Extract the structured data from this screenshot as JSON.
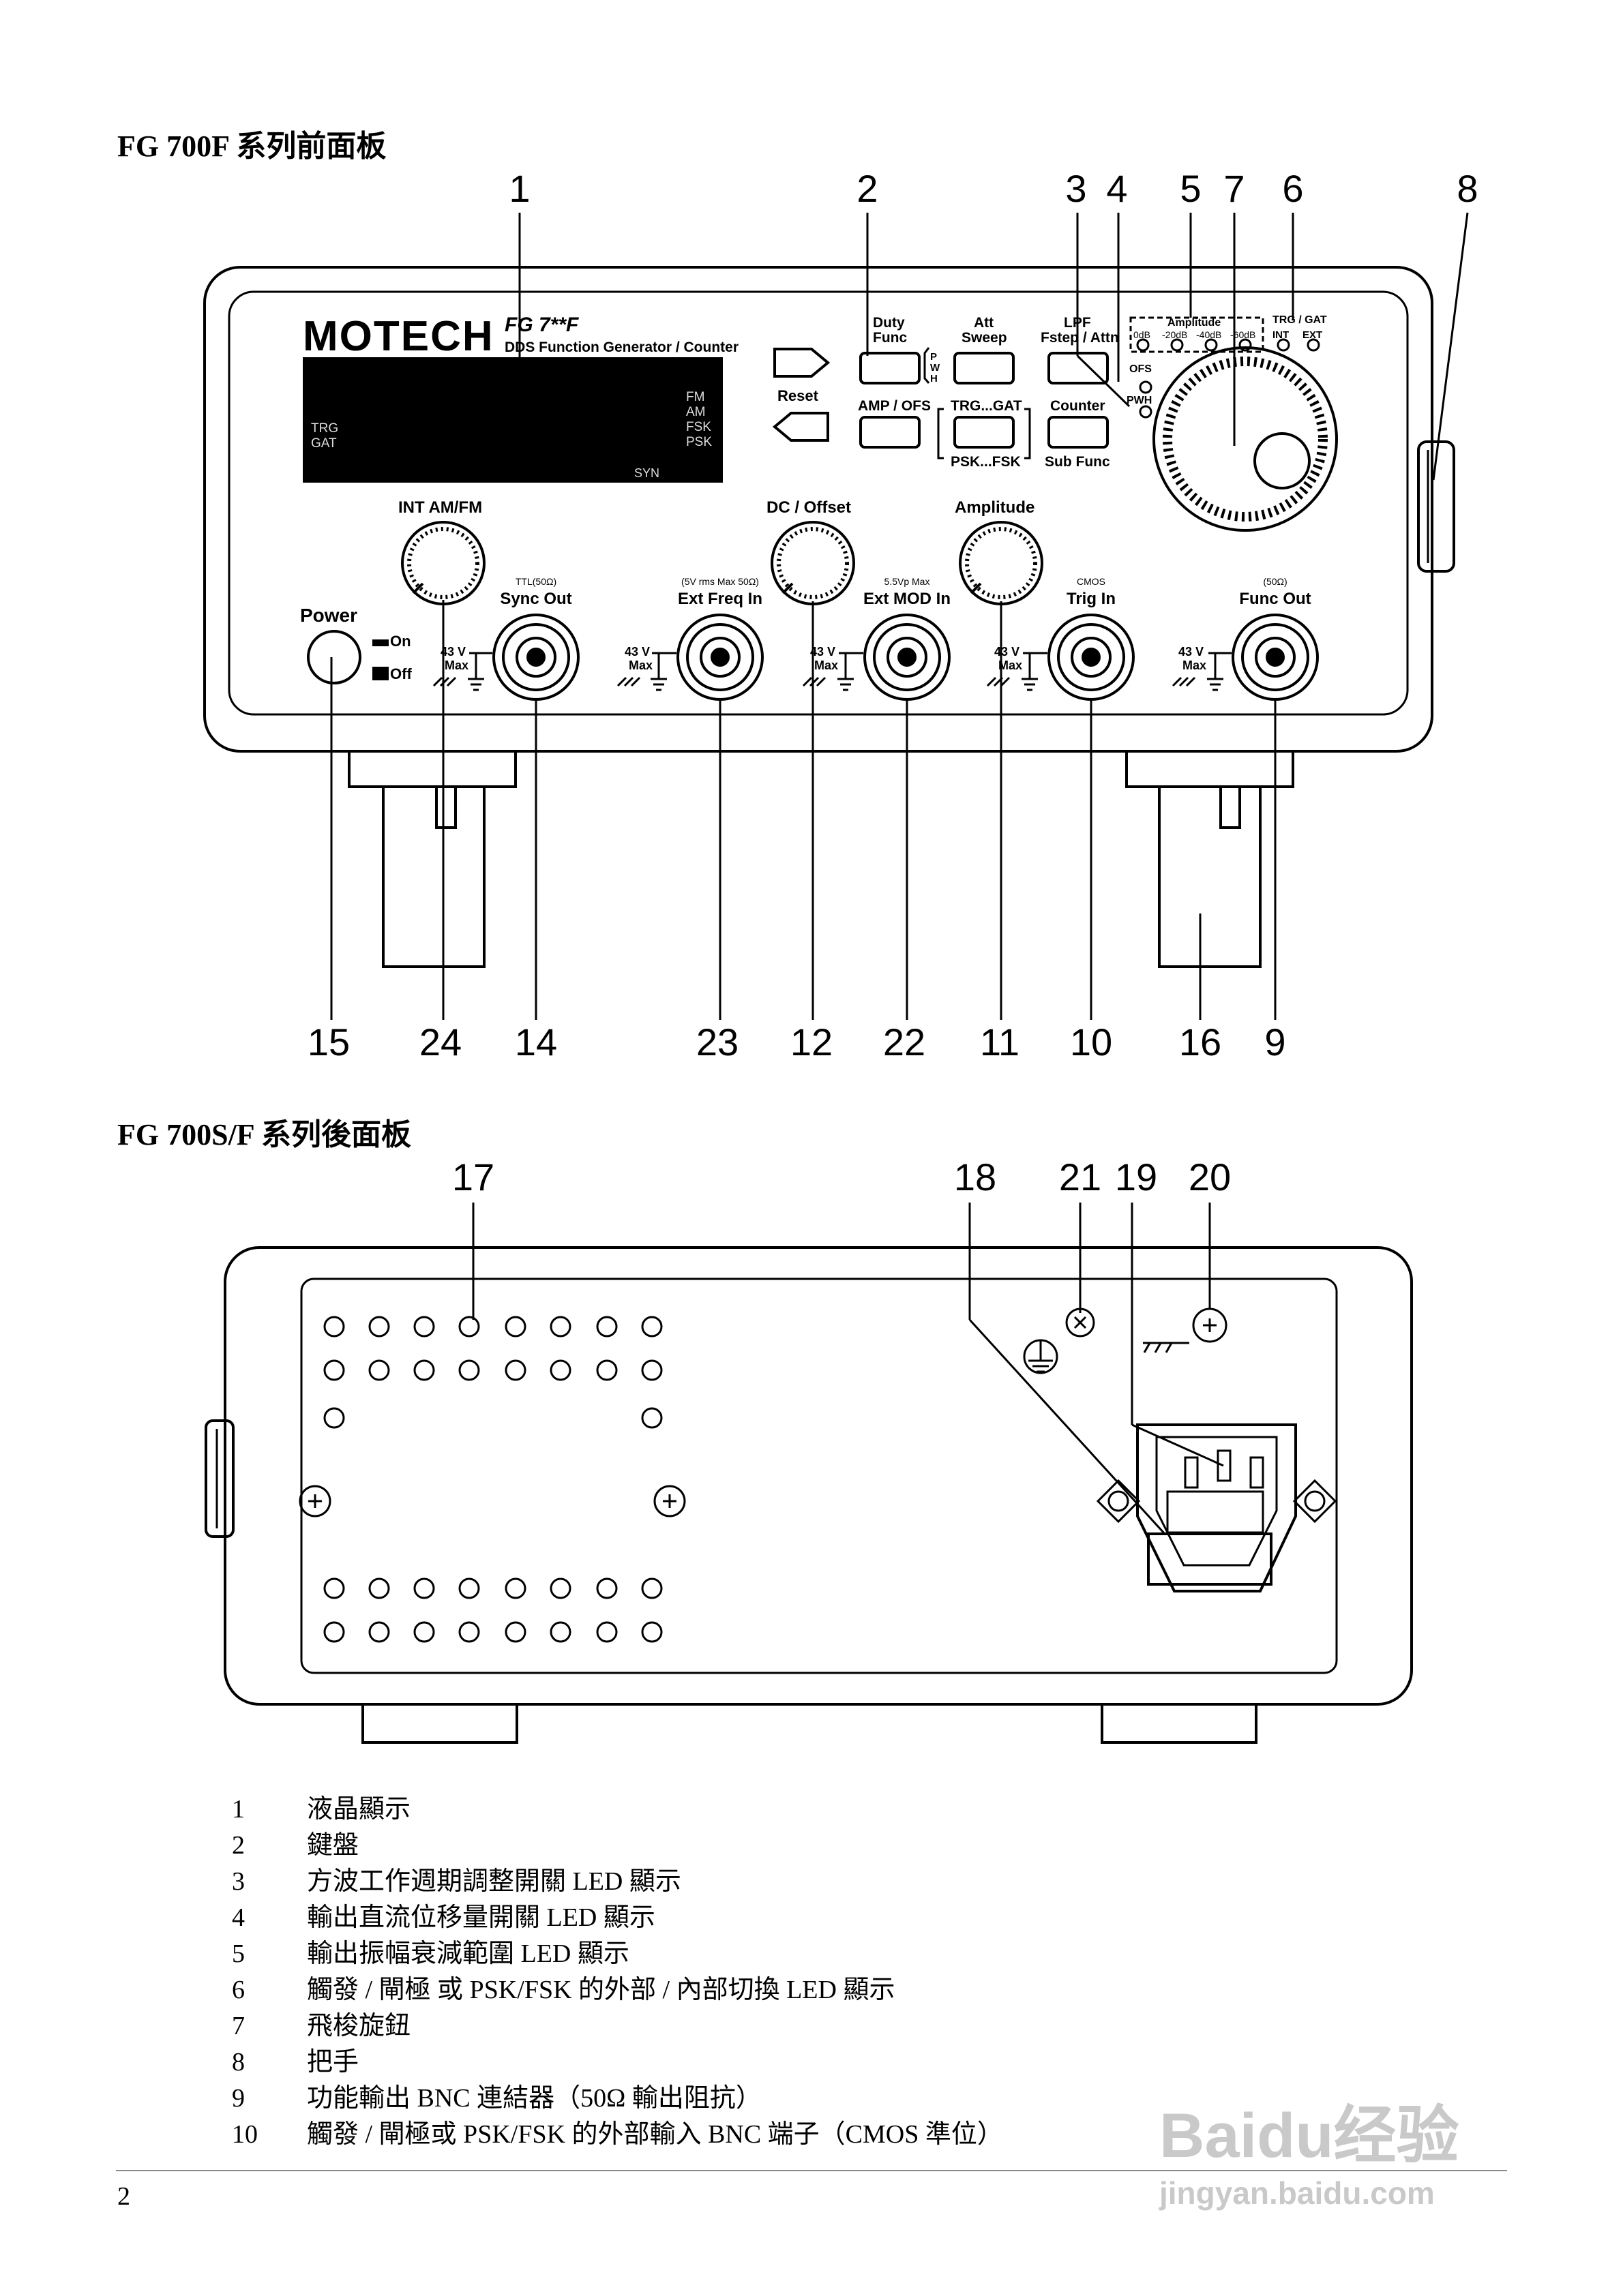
{
  "front_title": "FG 700F 系列前面板",
  "rear_title": "FG 700S/F 系列後面板",
  "front_callouts_top": [
    "1",
    "2",
    "3",
    "4",
    "5",
    "7",
    "6",
    "8"
  ],
  "front_callouts_bottom": [
    "15",
    "24",
    "14",
    "23",
    "12",
    "22",
    "11",
    "10",
    "16",
    "9"
  ],
  "rear_callouts": [
    "17",
    "18",
    "21",
    "19",
    "20"
  ],
  "panel": {
    "brand": "MOTECH",
    "model": "FG 7**F",
    "subtitle": "DDS Function Generator / Counter",
    "lcd_left": [
      "TRG",
      "GAT"
    ],
    "lcd_right": [
      "FM",
      "AM",
      "FSK",
      "PSK"
    ],
    "lcd_bottom": "SYN",
    "reset": "Reset",
    "btn_duty": [
      "Duty",
      "Func"
    ],
    "pwh_side": [
      "P",
      "W",
      "H"
    ],
    "btn_att": [
      "Att",
      "Sweep"
    ],
    "btn_lpf": [
      "LPF",
      "Fstep / Attn"
    ],
    "btn_amp": "AMP / OFS",
    "btn_trg": "TRG...GAT",
    "btn_psk": "PSK...FSK",
    "btn_counter": [
      "Counter",
      "Sub Func"
    ],
    "amp_title": "Amplitude",
    "amp_leds": [
      "0dB",
      "-20dB",
      "-40dB",
      "-60dB"
    ],
    "trg_title": "TRG / GAT",
    "trg_leds": [
      "INT",
      "EXT"
    ],
    "ofs": "OFS",
    "pwh": "PWH",
    "knob_intam": "INT AM/FM",
    "knob_dc": "DC / Offset",
    "knob_amp": "Amplitude",
    "power": "Power",
    "on": "On",
    "off": "Off",
    "bnc": [
      {
        "top": "TTL(50Ω)",
        "name": "Sync Out"
      },
      {
        "top": "(5V rms Max 50Ω)",
        "name": "Ext Freq In"
      },
      {
        "top": "5.5Vp Max",
        "name": "Ext MOD In"
      },
      {
        "top": "CMOS",
        "name": "Trig In"
      },
      {
        "top": "(50Ω)",
        "name": "Func Out"
      }
    ],
    "max_v": "43 V",
    "max_t": "Max"
  },
  "legend": [
    {
      "num": "1",
      "text": "液晶顯示"
    },
    {
      "num": "2",
      "text": "鍵盤"
    },
    {
      "num": "3",
      "text": "方波工作週期調整開關 LED 顯示"
    },
    {
      "num": "4",
      "text": "輸出直流位移量開關 LED 顯示"
    },
    {
      "num": "5",
      "text": "輸出振幅衰減範圍 LED 顯示"
    },
    {
      "num": "6",
      "text": "觸發 / 閘極 或 PSK/FSK 的外部 / 內部切換 LED 顯示"
    },
    {
      "num": "7",
      "text": "飛梭旋鈕"
    },
    {
      "num": "8",
      "text": "把手"
    },
    {
      "num": "9",
      "text": "功能輸出 BNC 連結器（50Ω 輸出阻抗）"
    },
    {
      "num": "10",
      "text": "觸發 / 閘極或 PSK/FSK 的外部輸入 BNC 端子（CMOS 準位）"
    }
  ],
  "page_number": "2",
  "watermark": {
    "logo": "Baidu经验",
    "url": "jingyan.baidu.com"
  }
}
